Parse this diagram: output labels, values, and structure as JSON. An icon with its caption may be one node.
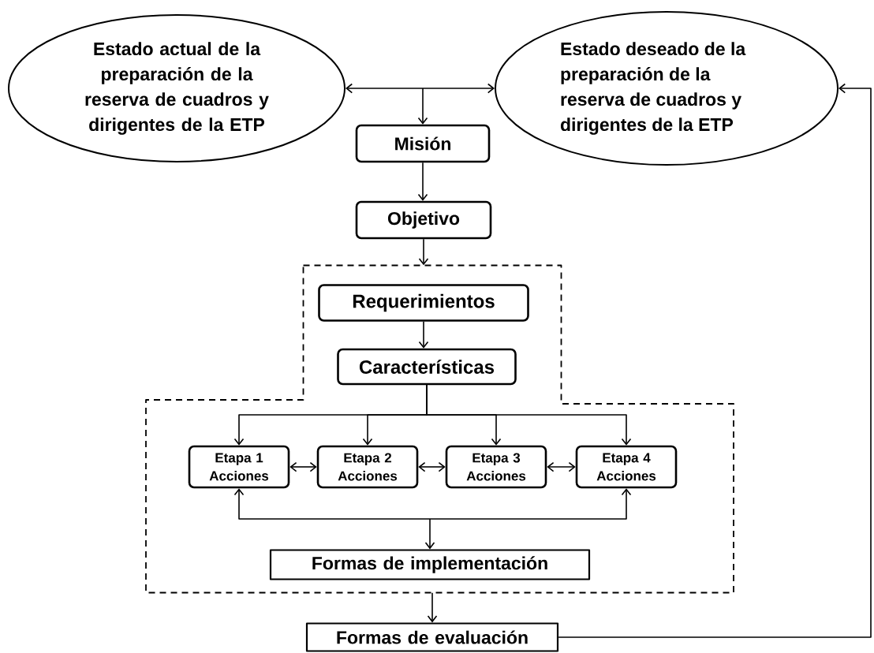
{
  "diagram": {
    "nodes": [
      {
        "text": [
          "Estado actual de la preparación de la reserva de cuadros y dirigentes de la ETP"
        ]
      },
      {
        "text": [
          "Estado deseado de la preparación de la reserva de cuadros y dirigentes de la ETP"
        ]
      },
      {
        "text": [
          "Misión"
        ]
      },
      {
        "text": [
          "Objetivo"
        ]
      },
      {
        "text": [],
        "shape": "box"
      },
      {
        "text": [
          "Requerimientos"
        ],
        "in": 4
      },
      {
        "text": [
          "Características"
        ],
        "in": 4
      },
      {
        "text": [
          "Etapa 1 Acciones"
        ],
        "in": 4
      },
      {
        "text": [
          "Etapa 2 Acciones"
        ],
        "in": 4
      },
      {
        "text": [
          "Etapa 3 Acciones"
        ],
        "in": 4
      },
      {
        "text": [
          "Etapa 4 Acciones"
        ],
        "in": 4
      },
      {
        "text": [
          "Formas de implementación"
        ],
        "in": 4
      },
      {
        "text": [
          "Formas de evaluación"
        ]
      }
    ],
    "edges": [
      {
        "from": 0,
        "to": 1,
        "arrow": "both"
      },
      {
        "from": null,
        "to": 2,
        "arrow": "to"
      },
      {
        "from": 2,
        "to": 3,
        "arrow": "to"
      },
      {
        "from": 3,
        "to": 4,
        "arrow": "to"
      },
      {
        "from": 5,
        "to": 6,
        "arrow": "to"
      },
      {
        "from": 6,
        "to": 7,
        "arrow": "to"
      },
      {
        "from": 6,
        "to": 8,
        "arrow": "to"
      },
      {
        "from": 6,
        "to": 9,
        "arrow": "to"
      },
      {
        "from": 6,
        "to": 10,
        "arrow": "to"
      },
      {
        "from": 7,
        "to": 8,
        "arrow": "both"
      },
      {
        "from": 8,
        "to": 9,
        "arrow": "both"
      },
      {
        "from": 9,
        "to": 10,
        "arrow": "both"
      },
      {
        "from": 7,
        "to": 10,
        "arrow": "both"
      },
      {
        "from": null,
        "to": 11,
        "arrow": "to"
      },
      {
        "from": 4,
        "to": 12,
        "arrow": "to"
      },
      {
        "from": 12,
        "to": 1,
        "arrow": "to"
      }
    ]
  }
}
